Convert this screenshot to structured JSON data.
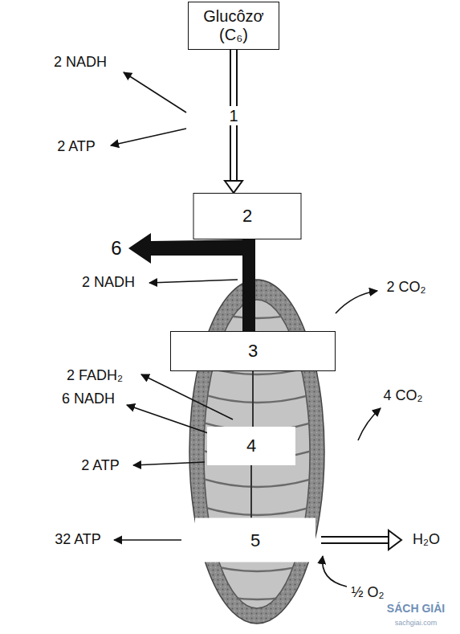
{
  "diagram": {
    "nodes": [
      {
        "text": [
          "Glucôzơ (C₆)"
        ]
      },
      {
        "text": [
          "2"
        ]
      },
      {
        "text": [
          "3"
        ]
      },
      {
        "text": [
          "4"
        ]
      },
      {
        "text": [
          "5"
        ]
      }
    ],
    "edges": [
      {
        "from": 0,
        "to": 1,
        "arrow": "to",
        "label": "1"
      },
      {
        "from": 1,
        "to": 2,
        "arrow": "none"
      },
      {
        "from": 2,
        "to": 3,
        "arrow": "none"
      },
      {
        "from": 3,
        "to": 4,
        "arrow": "none"
      }
    ],
    "labels": [
      "2 NADH",
      "2 ATP",
      "6",
      "2 NADH",
      "2 CO₂",
      "2 FADH₂",
      "6 NADH",
      "4 CO₂",
      "2 ATP",
      "32 ATP",
      "H₂O",
      "½ O₂",
      "SÁCH GIẢI",
      "sachgiai.com"
    ]
  }
}
